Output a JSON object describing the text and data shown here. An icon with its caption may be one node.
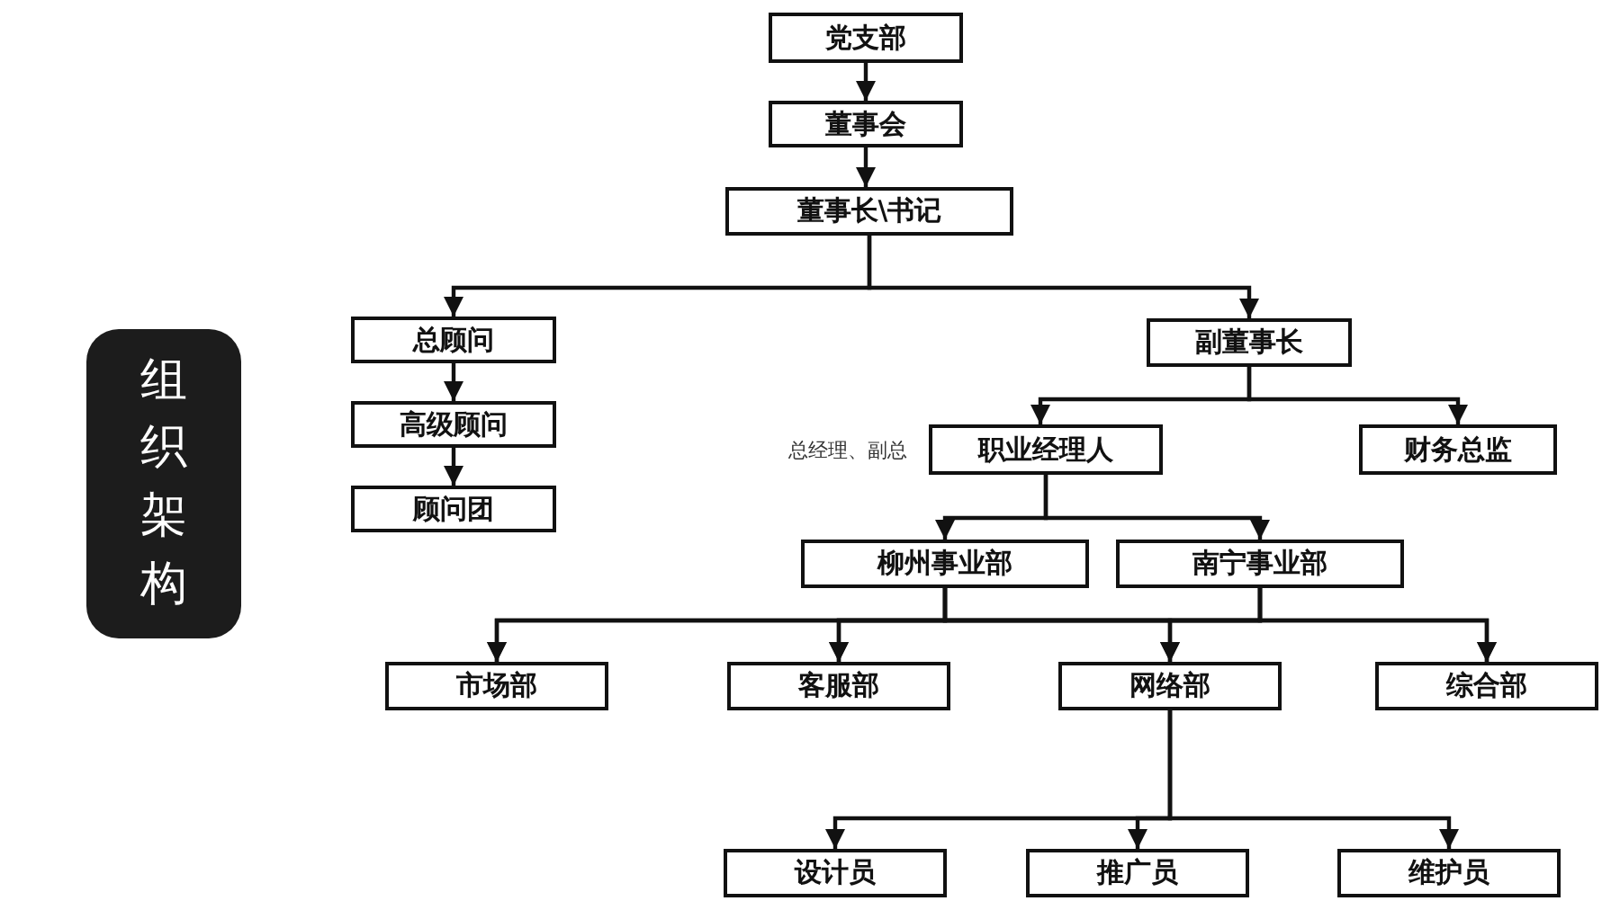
{
  "diagram": {
    "nodes": [
      {
        "text": [
          "党支部"
        ]
      },
      {
        "text": [
          "董事会"
        ]
      },
      {
        "text": [
          "董事长\\书记"
        ]
      },
      {
        "text": [
          "总顾问"
        ]
      },
      {
        "text": [
          "高级顾问"
        ]
      },
      {
        "text": [
          "顾问团"
        ]
      },
      {
        "text": [
          "副董事长"
        ]
      },
      {
        "text": [
          "职业经理人"
        ],
        "beside": [
          "总经理、副总"
        ]
      },
      {
        "text": [
          "财务总监"
        ]
      },
      {
        "text": [
          "柳州事业部"
        ]
      },
      {
        "text": [
          "南宁事业部"
        ]
      },
      {
        "text": [
          "市场部"
        ]
      },
      {
        "text": [
          "客服部"
        ]
      },
      {
        "text": [
          "网络部"
        ]
      },
      {
        "text": [
          "综合部"
        ]
      },
      {
        "text": [
          "设计员"
        ]
      },
      {
        "text": [
          "推广员"
        ]
      },
      {
        "text": [
          "维护员"
        ]
      },
      {
        "text": [
          "组织架构"
        ]
      }
    ],
    "edges": [
      {
        "from": 0,
        "to": 1,
        "arrow": "to"
      },
      {
        "from": 1,
        "to": 2,
        "arrow": "to"
      },
      {
        "from": 2,
        "to": 3,
        "arrow": "to"
      },
      {
        "from": 2,
        "to": 6,
        "arrow": "to"
      },
      {
        "from": 3,
        "to": 4,
        "arrow": "to"
      },
      {
        "from": 4,
        "to": 5,
        "arrow": "to"
      },
      {
        "from": 6,
        "to": 7,
        "arrow": "to"
      },
      {
        "from": 6,
        "to": 8,
        "arrow": "to"
      },
      {
        "from": 7,
        "to": 9,
        "arrow": "to"
      },
      {
        "from": 7,
        "to": 10,
        "arrow": "to"
      },
      {
        "from": 9,
        "to": 11,
        "arrow": "to"
      },
      {
        "from": 9,
        "to": 12,
        "arrow": "to"
      },
      {
        "from": 9,
        "to": 13,
        "arrow": "to"
      },
      {
        "from": 9,
        "to": 14,
        "arrow": "to"
      },
      {
        "from": 10,
        "to": 11,
        "arrow": "to"
      },
      {
        "from": 10,
        "to": 12,
        "arrow": "to"
      },
      {
        "from": 10,
        "to": 13,
        "arrow": "to"
      },
      {
        "from": 10,
        "to": 14,
        "arrow": "to"
      },
      {
        "from": 13,
        "to": 15,
        "arrow": "to"
      },
      {
        "from": 13,
        "to": 16,
        "arrow": "to"
      },
      {
        "from": 13,
        "to": 17,
        "arrow": "to"
      }
    ]
  }
}
